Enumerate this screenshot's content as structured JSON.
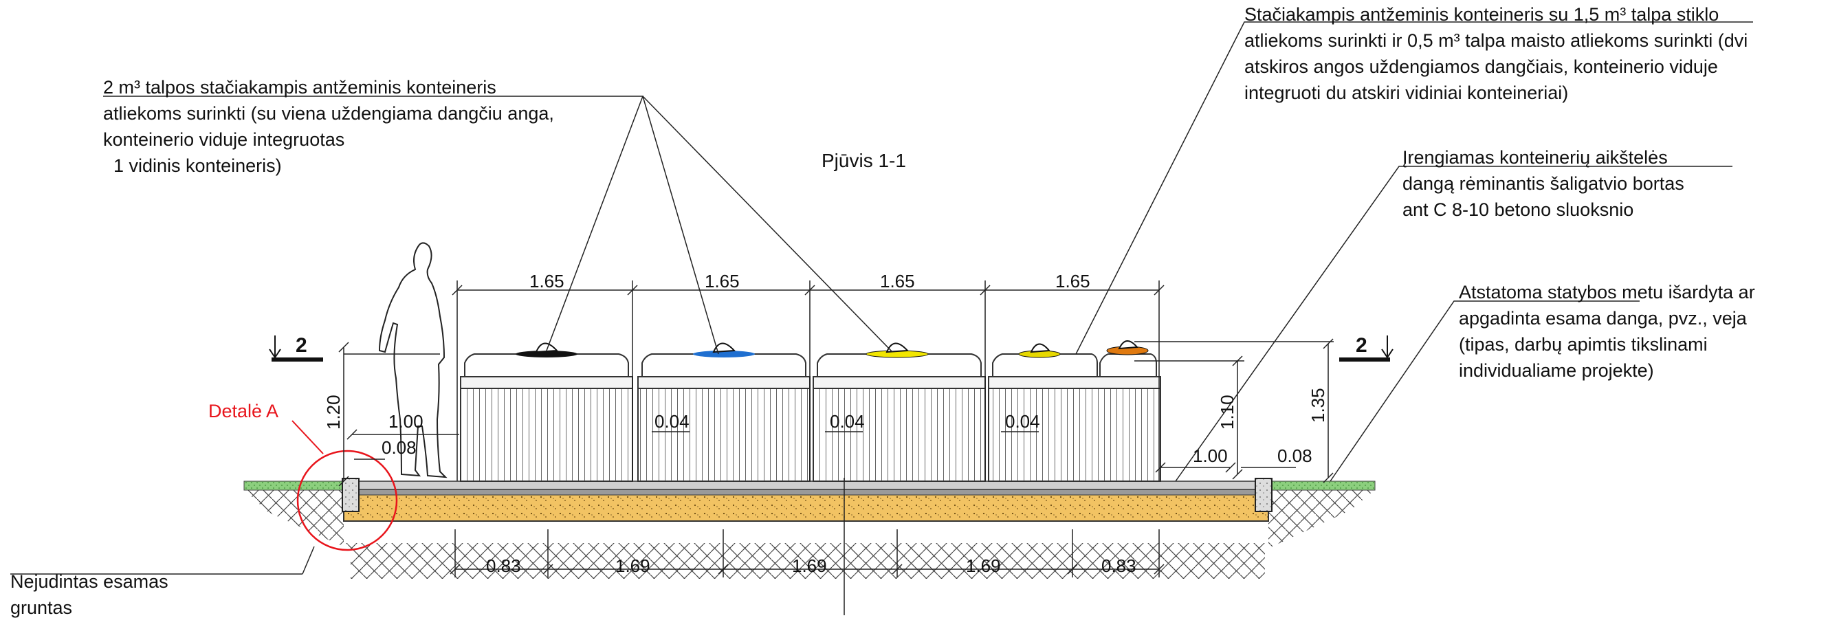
{
  "section_title": "Pjūvis 1-1",
  "section_markers": {
    "left": "2",
    "right": "2"
  },
  "labels": {
    "container_2m3": [
      "2 m³ talpos stačiakampis antžeminis konteineris",
      "atliekoms surinkti (su viena uždengiama dangčiu anga,",
      "konteinerio viduje integruotas",
      "  1 vidinis konteineris)"
    ],
    "container_glass_food": [
      "Stačiakampis antžeminis konteineris su 1,5 m³ talpa stiklo",
      "atliekoms surinkti ir 0,5 m³ talpa maisto atliekoms surinkti (dvi",
      "atskiros angos uždengiamos dangčiais, konteinerio viduje",
      "integruoti du atskiri vidiniai konteineriai)"
    ],
    "curb": [
      "Įrengiamas konteinerių aikštelės",
      "dangą rėminantis šaligatvio bortas",
      "ant C 8-10 betono sluoksnio"
    ],
    "restored_cover": [
      "Atstatoma statybos metu išardyta ar",
      "apgadinta esama danga, pvz., veja",
      "(tipas, darbų apimtis tikslinami",
      "individualiame projekte)"
    ],
    "undisturbed_soil": [
      "Nejudintas esamas",
      "gruntas"
    ],
    "detail": "Detalė A"
  },
  "dimensions": {
    "top_widths": [
      "1.65",
      "1.65",
      "1.65",
      "1.65"
    ],
    "gaps": [
      "0.04",
      "0.04",
      "0.04"
    ],
    "bottom": [
      "0.83",
      "1.69",
      "1.69",
      "1.69",
      "0.83"
    ],
    "height_left": "1.20",
    "height_right_inner": "1.10",
    "height_right_outer": "1.35",
    "left_offset": "1.00",
    "left_curb": "0.08",
    "right_offset": "1.00",
    "right_curb": "0.08"
  },
  "colors": {
    "lid_marker_1": "#111111",
    "lid_marker_2": "#1f6fd0",
    "lid_marker_3": "#f2e600",
    "lid_marker_4a": "#e6d800",
    "lid_marker_4b": "#e07a10",
    "sand_fill": "#f2c363",
    "grass": "#8ccf7e",
    "detail_circle": "#e8141b"
  }
}
